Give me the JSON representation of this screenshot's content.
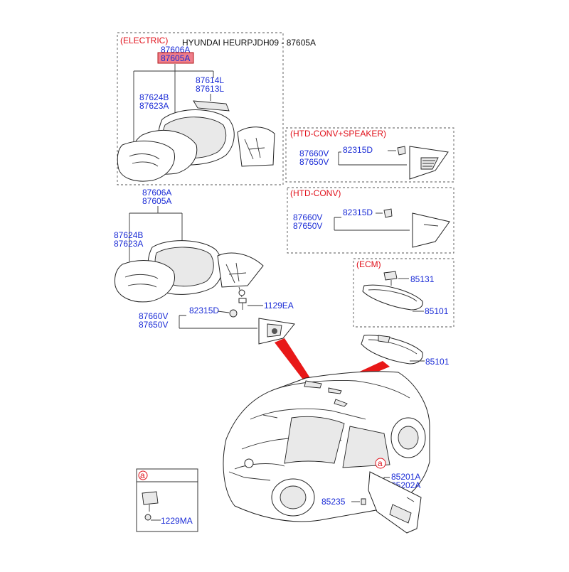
{
  "header": {
    "section_label": "(ELECTRIC)",
    "caption": "HYUNDAI HEURPJDH09 - 87605A",
    "highlight_part": "87605A"
  },
  "electric": {
    "mirror_assy": [
      "87606A"
    ],
    "glass": [
      "87624B",
      "87623A"
    ],
    "cover": [
      "87614L",
      "87613L"
    ]
  },
  "manual": {
    "mirror_assy": [
      "87606A",
      "87605A"
    ],
    "glass": [
      "87624B",
      "87623A"
    ],
    "bolt": "1129EA",
    "trim_cover": [
      "87660V",
      "87650V"
    ],
    "clip": "82315D"
  },
  "htd_conv_speaker": {
    "label": "(HTD-CONV+SPEAKER)",
    "trim_cover": [
      "87660V",
      "87650V"
    ],
    "clip": "82315D"
  },
  "htd_conv": {
    "label": "(HTD-CONV)",
    "trim_cover": [
      "87660V",
      "87650V"
    ],
    "clip": "82315D"
  },
  "ecm": {
    "label": "(ECM)",
    "cover": "85131",
    "mirror": "85101"
  },
  "inside_mirror": "85101",
  "sunvisor": {
    "callout": "a",
    "parts": [
      "85201A",
      "85202A"
    ],
    "retainer": "85235"
  },
  "detail_a": {
    "callout": "a",
    "screw": "1229MA"
  },
  "colors": {
    "part_number": "#1a2bd6",
    "section_label": "#e0101a",
    "highlight_fill": "#f07d8a",
    "pointer": "#e81818"
  }
}
